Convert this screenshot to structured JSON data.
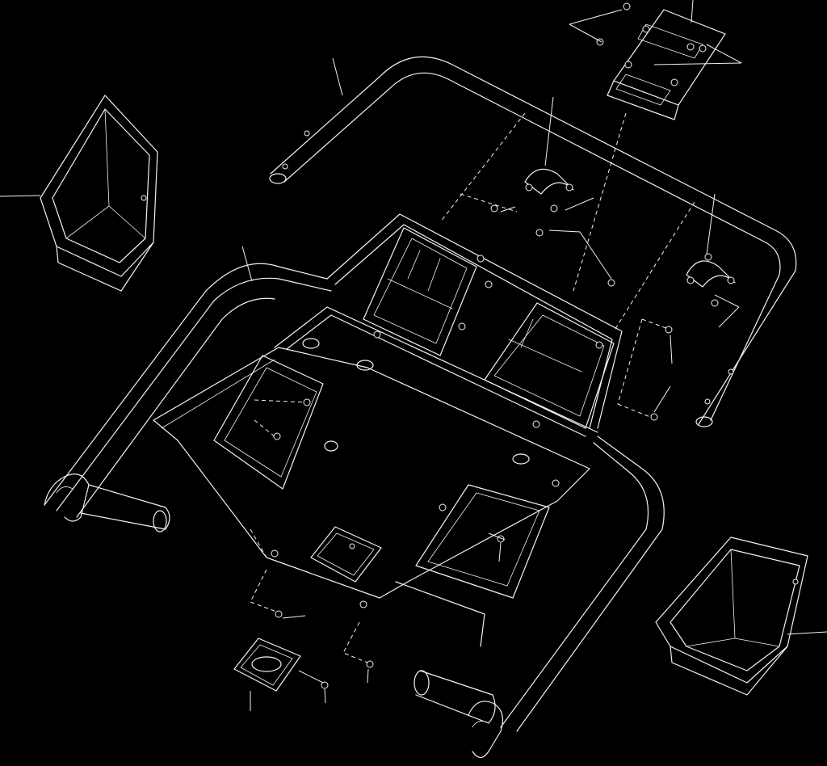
{
  "diagram": {
    "type": "exploded-parts-view",
    "background_color": "#000000",
    "line_color": "#f2f2f2",
    "callouts": [
      {
        "id": "handrail-upper",
        "part_icon": "curved-tube"
      },
      {
        "id": "bracket-top",
        "part_icon": "mounting-bracket"
      },
      {
        "id": "clamp-left",
        "part_icon": "tube-clamp"
      },
      {
        "id": "clamp-right",
        "part_icon": "tube-clamp"
      },
      {
        "id": "console-frame",
        "part_icon": "frame-shell"
      },
      {
        "id": "cup-holder-left",
        "part_icon": "tray-bin"
      },
      {
        "id": "cup-holder-right",
        "part_icon": "tray-bin"
      },
      {
        "id": "screw-set-a",
        "part_icon": "screw"
      },
      {
        "id": "screw-set-b",
        "part_icon": "screw"
      },
      {
        "id": "screw-set-c",
        "part_icon": "screw"
      },
      {
        "id": "key-plate",
        "part_icon": "plate-with-slot"
      }
    ]
  }
}
